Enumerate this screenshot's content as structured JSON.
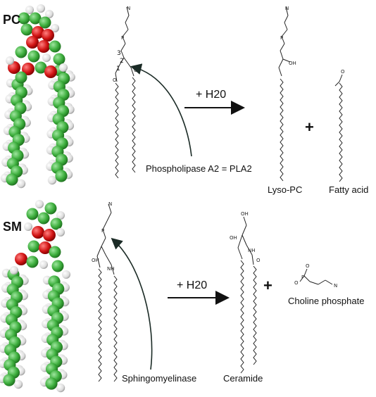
{
  "section_pc": {
    "label": "PC",
    "reaction_label": "+ H20",
    "enzyme": "Phospholipase A2 = PLA2",
    "product_1": "Lyso-PC",
    "plus": "+",
    "product_2": "Fatty acid",
    "carbon_numbers": [
      "3",
      "2",
      "1"
    ]
  },
  "section_sm": {
    "label": "SM",
    "reaction_label": "+ H20",
    "enzyme": "Sphingomyelinase",
    "product_1": "Ceramide",
    "plus": "+",
    "product_2": "Choline phosphate"
  },
  "colors": {
    "carbon": "#3dae3d",
    "hydrogen": "#e6e6e6",
    "oxygen": "#d11414",
    "line": "#222222",
    "curve": "#2a3a35"
  }
}
